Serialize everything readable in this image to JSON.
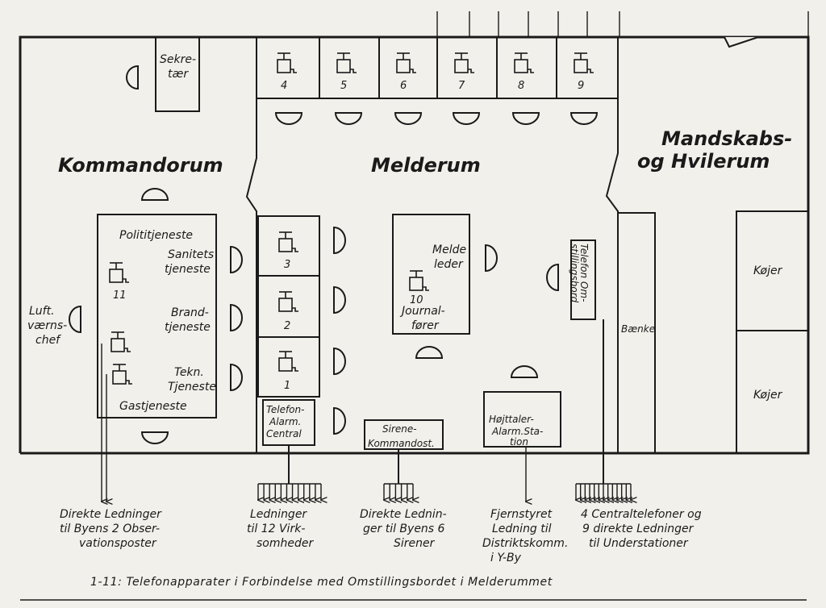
{
  "rooms": {
    "kommandorum": "Kommandorum",
    "melderum": "Melderum",
    "mandskab_1": "Mandskabs-",
    "mandskab_2": "og Hvilerum"
  },
  "labels": {
    "sekretaer_1": "Sekre-",
    "sekretaer_2": "tær",
    "politi": "Polititjeneste",
    "sanitet_1": "Sanitets",
    "sanitet_2": "tjeneste",
    "brand_1": "Brand-",
    "brand_2": "tjeneste",
    "tekn_1": "Tekn.",
    "tekn_2": "Tjeneste",
    "gas": "Gastjeneste",
    "luft_1": "Luft.",
    "luft_2": "værns-",
    "luft_3": "chef",
    "melde_1": "Melde",
    "melde_2": "leder",
    "journal_1": "Journal-",
    "journal_2": "fører",
    "telefon_alarm_1": "Telefon-",
    "telefon_alarm_2": "Alarm.",
    "telefon_alarm_3": "Central",
    "sirene_1": "Sirene-",
    "sirene_2": "Kommandost.",
    "hojtaler_1": "Højttaler-",
    "hojtaler_2": "Alarm.Sta-",
    "hojtaler_3": "tion",
    "omstilling_1": "Telefon Om-",
    "omstilling_2": "stillingsbord",
    "baenke": "Bænke",
    "kojer_1": "Køjer",
    "kojer_2": "Køjer"
  },
  "phones": {
    "n4": "4",
    "n5": "5",
    "n6": "6",
    "n7": "7",
    "n8": "8",
    "n9": "9",
    "n3": "3",
    "n2": "2",
    "n1": "1",
    "n10": "10",
    "n11": "11"
  },
  "notes": {
    "a1": "Direkte Ledninger",
    "a2": "til Byens 2 Obser-",
    "a3": "vationsposter",
    "b1": "Ledninger",
    "b2": "til 12 Virk-",
    "b3": "somheder",
    "c1": "Direkte Lednin-",
    "c2": "ger til Byens 6",
    "c3": "Sirener",
    "d1": "Fjernstyret",
    "d2": "Ledning til",
    "d3": "Distriktskomm.",
    "d4": "i Y-By",
    "e1": "4 Centraltelefoner og",
    "e2": "9 direkte Ledninger",
    "e3": "til Understationer"
  },
  "caption": "1-11: Telefonapparater i Forbindelse med Omstillingsbordet i Melderummet"
}
